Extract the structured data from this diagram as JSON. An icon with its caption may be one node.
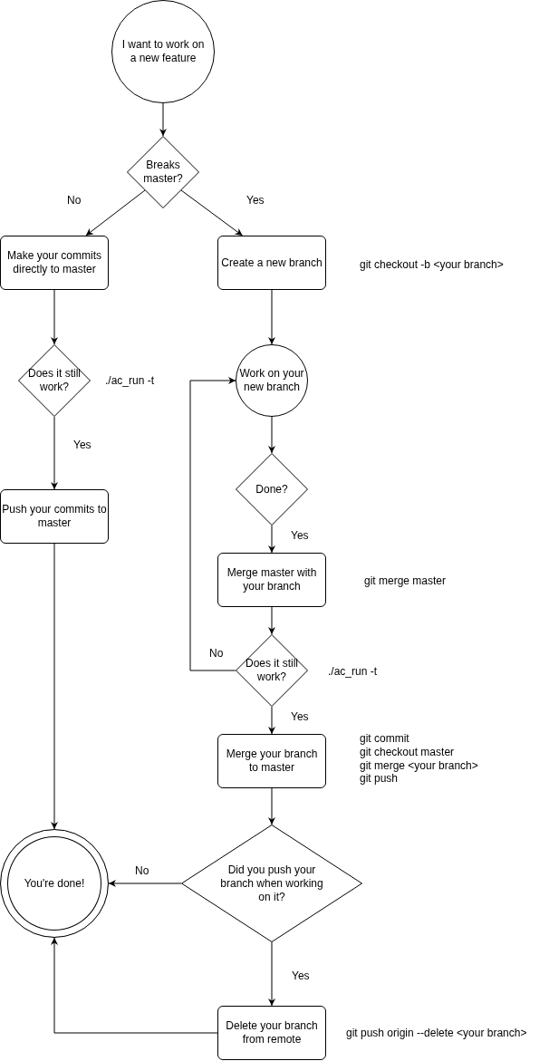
{
  "diagram": {
    "nodes": [
      {
        "text": [
          "I want to work on a new feature"
        ]
      },
      {
        "text": [
          "Breaks master?"
        ]
      },
      {
        "text": [
          "Make your commits directly to master"
        ]
      },
      {
        "text": [
          "Create a new branch"
        ],
        "beside": [
          "git checkout -b <your branch>"
        ]
      },
      {
        "text": [
          "Does it still work?"
        ],
        "beside": [
          "./ac_run -t"
        ]
      },
      {
        "text": [
          "Push your commits to master"
        ]
      },
      {
        "text": [
          "Work on your new branch"
        ]
      },
      {
        "text": [
          "Done?"
        ]
      },
      {
        "text": [
          "Merge master with your branch"
        ],
        "beside": [
          "git merge master"
        ]
      },
      {
        "text": [
          "Does it still work?"
        ],
        "beside": [
          "./ac_run -t"
        ]
      },
      {
        "text": [
          "Merge your branch to master"
        ],
        "beside": [
          "git commit",
          "git checkout master",
          "git merge <your branch>",
          "git push"
        ]
      },
      {
        "text": [
          "You're done!"
        ]
      },
      {
        "text": [
          "Did you push your branch when working on it?"
        ]
      },
      {
        "text": [
          "Delete your branch from remote"
        ],
        "beside": [
          "git push origin --delete <your branch>"
        ]
      }
    ],
    "edges": [
      {
        "from": 0,
        "to": 1,
        "arrow": "to"
      },
      {
        "from": 1,
        "to": 2,
        "arrow": "to",
        "label": "No"
      },
      {
        "from": 1,
        "to": 3,
        "arrow": "to",
        "label": "Yes"
      },
      {
        "from": 2,
        "to": 4,
        "arrow": "to"
      },
      {
        "from": 4,
        "to": 5,
        "arrow": "to",
        "label": "Yes"
      },
      {
        "from": 5,
        "to": 11,
        "arrow": "to"
      },
      {
        "from": 3,
        "to": 6,
        "arrow": "to"
      },
      {
        "from": 6,
        "to": 7,
        "arrow": "to"
      },
      {
        "from": 7,
        "to": 8,
        "arrow": "to",
        "label": "Yes"
      },
      {
        "from": 8,
        "to": 9,
        "arrow": "to"
      },
      {
        "from": 9,
        "to": 6,
        "arrow": "to",
        "label": "No"
      },
      {
        "from": 9,
        "to": 10,
        "arrow": "to",
        "label": "Yes"
      },
      {
        "from": 10,
        "to": 12,
        "arrow": "to"
      },
      {
        "from": 12,
        "to": 11,
        "arrow": "to",
        "label": "No"
      },
      {
        "from": 12,
        "to": 13,
        "arrow": "to",
        "label": "Yes"
      },
      {
        "from": 13,
        "to": 11,
        "arrow": "to"
      }
    ]
  }
}
